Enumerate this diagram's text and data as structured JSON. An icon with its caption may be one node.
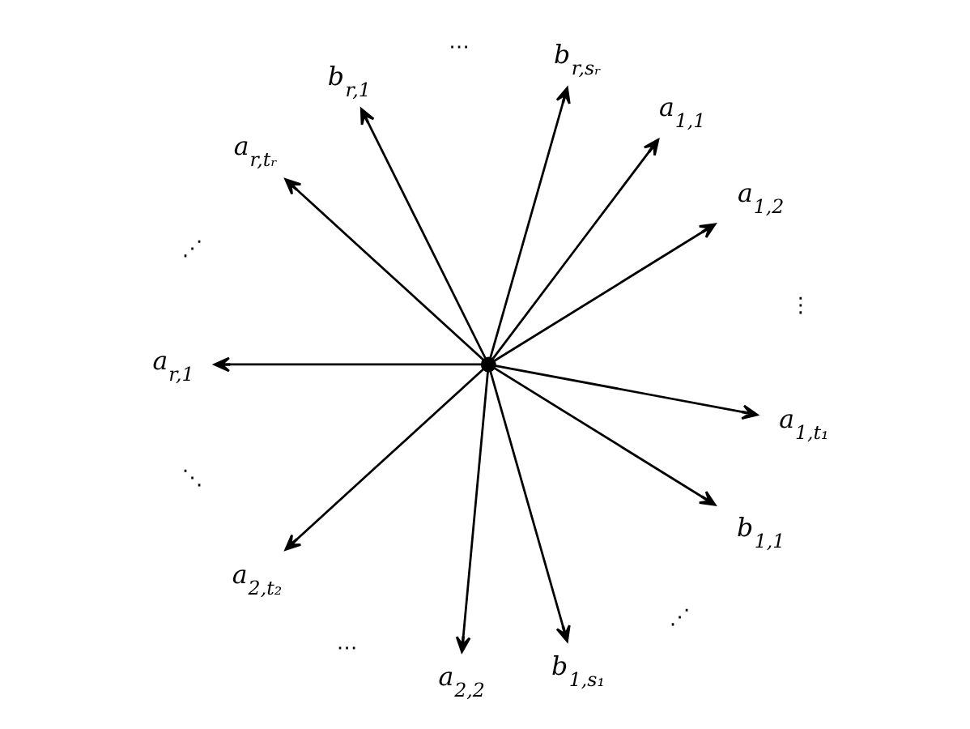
{
  "diagram": {
    "nodes": [
      {
        "text": [],
        "shape": "circle"
      },
      {
        "text": [
          "b$_{r,sᵣ}$"
        ]
      },
      {
        "text": [
          "a$_{1,1}$"
        ]
      },
      {
        "text": [
          "a$_{1,2}$"
        ]
      },
      {
        "text": [
          "a$_{1,t₁}$"
        ]
      },
      {
        "text": [
          "b$_{1,1}$"
        ]
      },
      {
        "text": [
          "b$_{1,s₁}$"
        ]
      },
      {
        "text": [
          "a$_{2,2}$"
        ]
      },
      {
        "text": [
          "a$_{2,t₂}$"
        ]
      },
      {
        "text": [
          "a$_{r,1}$"
        ]
      },
      {
        "text": [
          "a$_{r,tᵣ}$"
        ]
      },
      {
        "text": [
          "b$_{r,1}$"
        ]
      }
    ],
    "edges": [
      {
        "from": 0,
        "to": 1,
        "arrow": "to"
      },
      {
        "from": 0,
        "to": 2,
        "arrow": "to"
      },
      {
        "from": 0,
        "to": 3,
        "arrow": "to"
      },
      {
        "from": 0,
        "to": 4,
        "arrow": "to"
      },
      {
        "from": 0,
        "to": 5,
        "arrow": "to"
      },
      {
        "from": 0,
        "to": 6,
        "arrow": "to"
      },
      {
        "from": 0,
        "to": 7,
        "arrow": "to"
      },
      {
        "from": 0,
        "to": 8,
        "arrow": "to"
      },
      {
        "from": 0,
        "to": 9,
        "arrow": "to"
      },
      {
        "from": 0,
        "to": 10,
        "arrow": "to"
      },
      {
        "from": 0,
        "to": 11,
        "arrow": "to"
      }
    ],
    "labels": [
      "⋯",
      "⋮",
      "⋰",
      "⋱",
      "⋰",
      "⋯"
    ]
  }
}
